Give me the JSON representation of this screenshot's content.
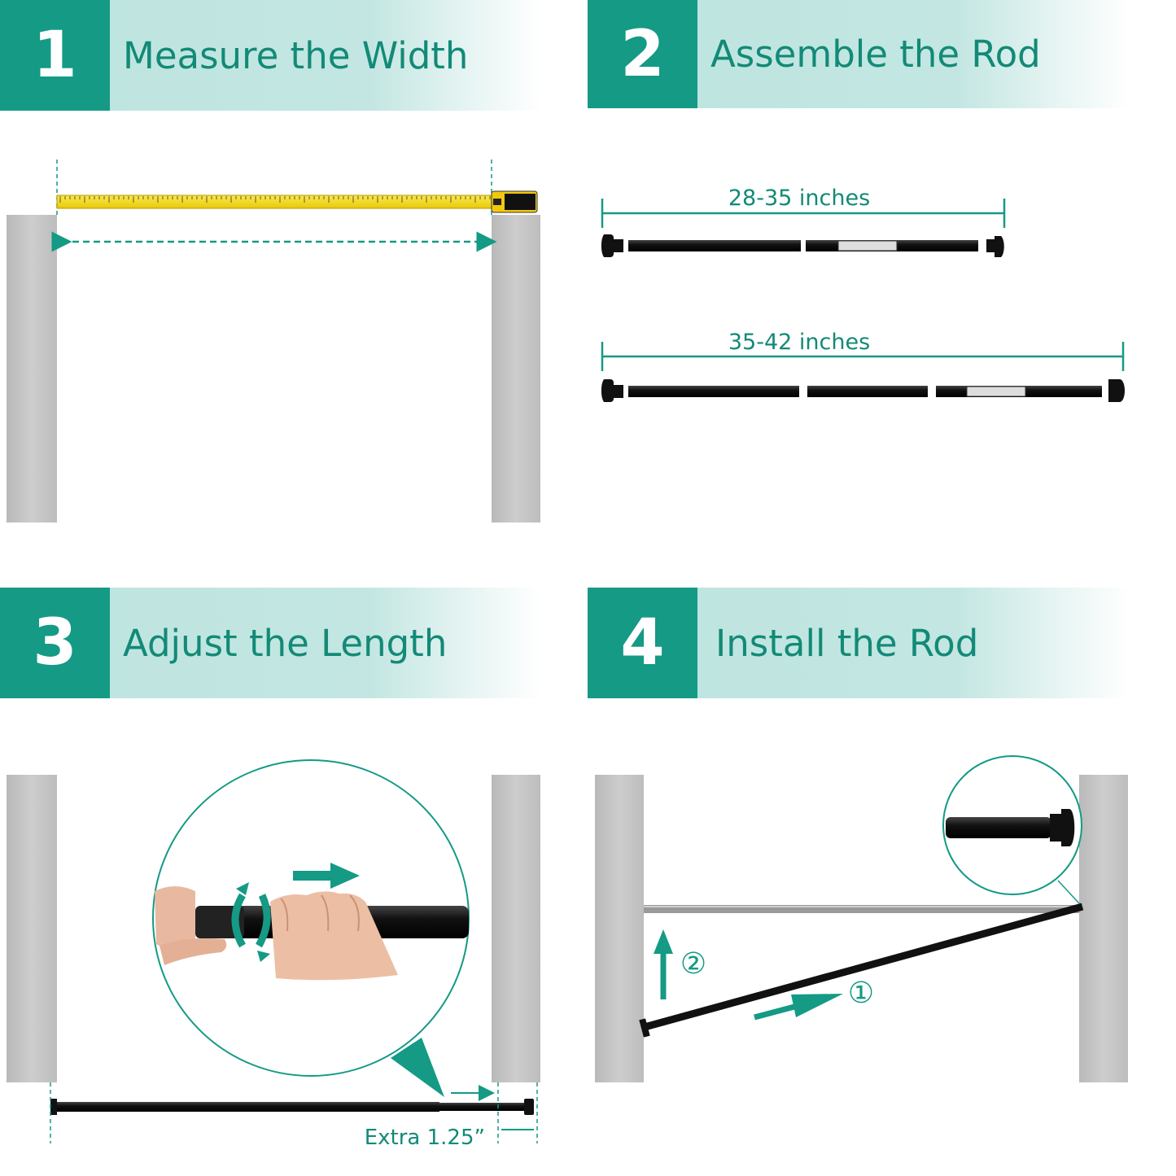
{
  "colors": {
    "teal": "#149a85",
    "teal_text": "#128a77",
    "band": "#c3e6e2",
    "wall": "#c2c2c2",
    "rod": "#111111",
    "tape": "#f5dc1a"
  },
  "steps": [
    {
      "number": "1",
      "title": "Measure the Width"
    },
    {
      "number": "2",
      "title": "Assemble the Rod"
    },
    {
      "number": "3",
      "title": "Adjust the Length"
    },
    {
      "number": "4",
      "title": "Install the Rod"
    }
  ],
  "assemble": {
    "short_label": "28-35 inches",
    "long_label": "35-42 inches"
  },
  "adjust": {
    "extra_label": "Extra 1.25”"
  },
  "install": {
    "step_one_marker": "①",
    "step_two_marker": "②"
  },
  "icons": [
    "tape-measure-icon",
    "double-arrow-icon",
    "rotate-arrows-icon",
    "right-arrow-icon",
    "up-arrow-icon",
    "hand-icon",
    "rod-end-cap-icon"
  ]
}
